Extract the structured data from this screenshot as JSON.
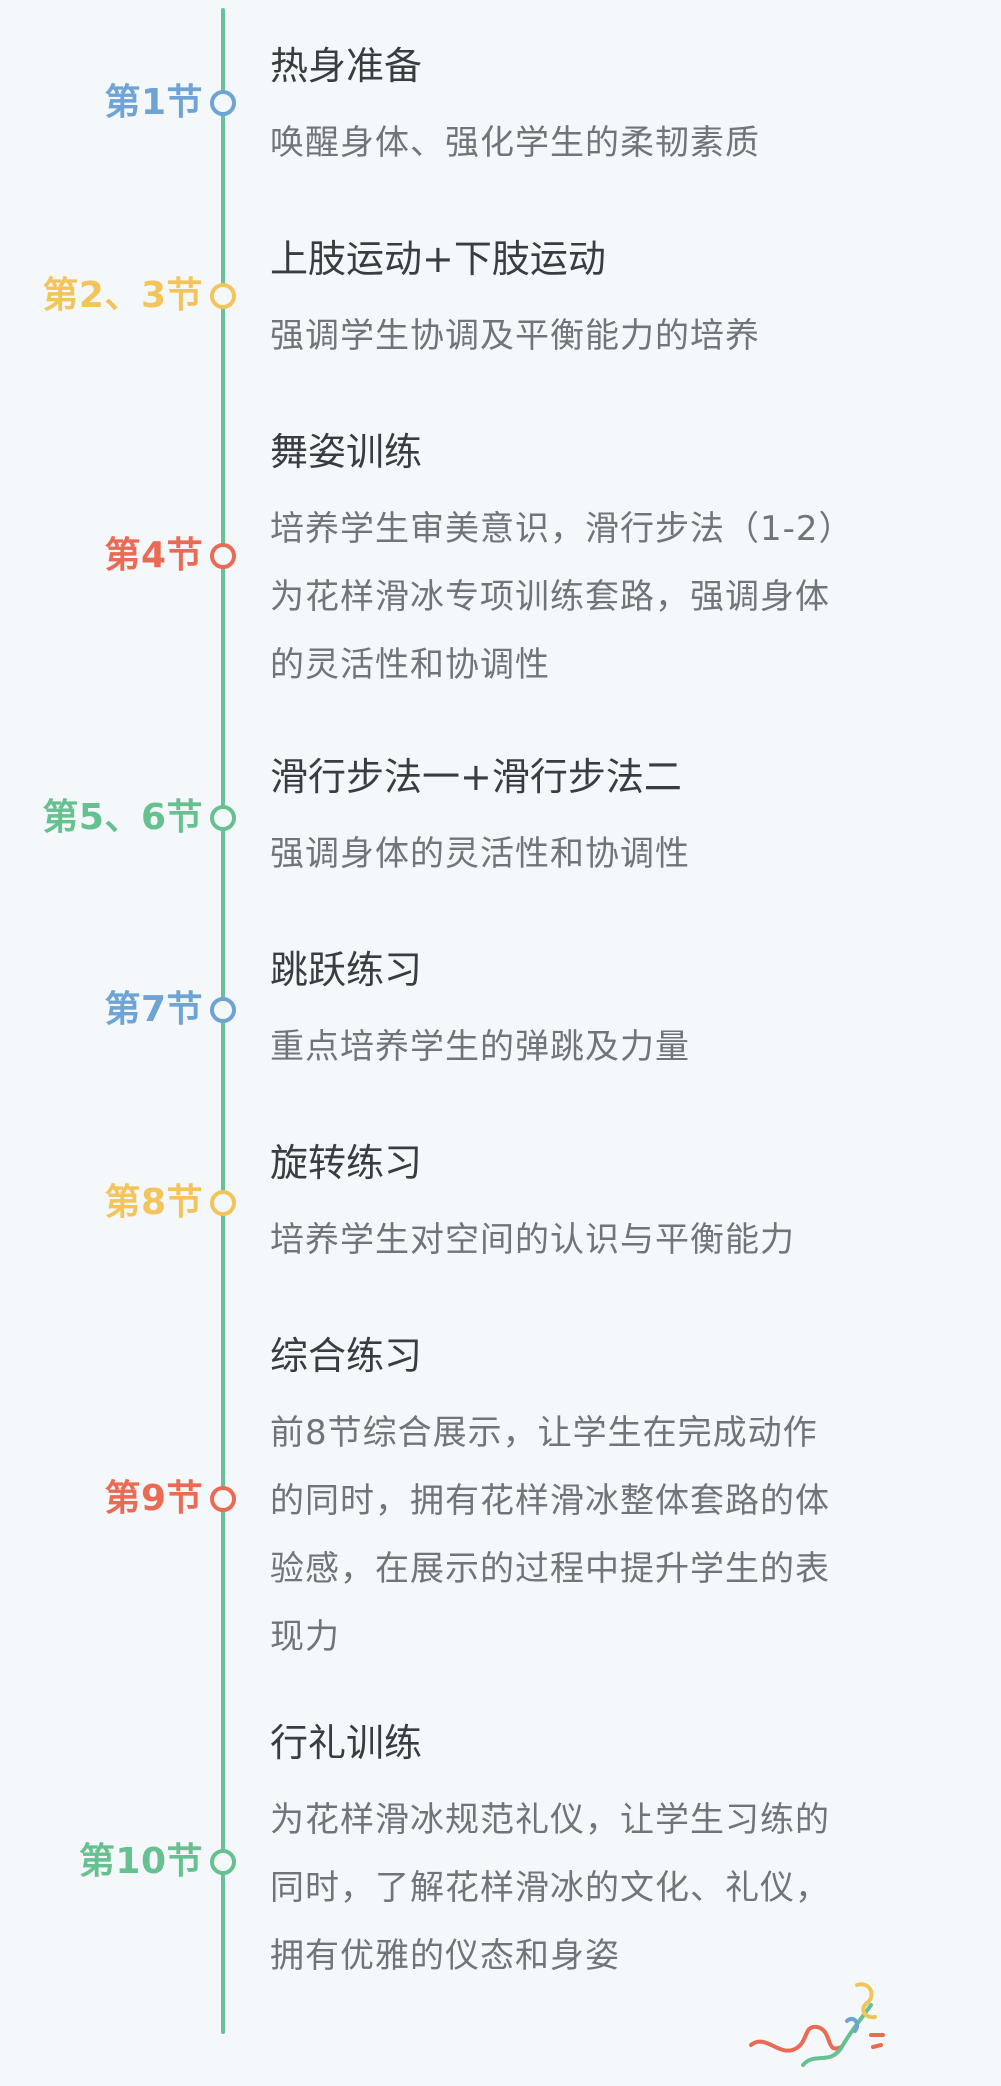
{
  "colors": {
    "timeline": "#6cc095",
    "background": "#f5f8fa",
    "title_text": "#3a3d40",
    "desc_text": "#70757a"
  },
  "sections": [
    {
      "label": "第1节",
      "label_color": "#6ea3d5",
      "circle_color": "#6ea3d5",
      "title": "热身准备",
      "desc": [
        "唤醒身体、强化学生的柔韧素质"
      ]
    },
    {
      "label": "第2、3节",
      "label_color": "#f2c45a",
      "circle_color": "#f2c45a",
      "title": "上肢运动+下肢运动",
      "desc": [
        "强调学生协调及平衡能力的培养"
      ]
    },
    {
      "label": "第4节",
      "label_color": "#ea6a53",
      "circle_color": "#ea6a53",
      "title": "舞姿训练",
      "desc": [
        "培养学生审美意识，滑行步法（1-2）",
        "为花样滑冰专项训练套路，强调身体",
        "的灵活性和协调性"
      ]
    },
    {
      "label": "第5、6节",
      "label_color": "#66c191",
      "circle_color": "#66c191",
      "title": "滑行步法一+滑行步法二",
      "desc": [
        "强调身体的灵活性和协调性"
      ]
    },
    {
      "label": "第7节",
      "label_color": "#6ea3d5",
      "circle_color": "#6ea3d5",
      "title": "跳跃练习",
      "desc": [
        "重点培养学生的弹跳及力量"
      ]
    },
    {
      "label": "第8节",
      "label_color": "#f2c45a",
      "circle_color": "#f2c45a",
      "title": "旋转练习",
      "desc": [
        "培养学生对空间的认识与平衡能力"
      ]
    },
    {
      "label": "第9节",
      "label_color": "#ea6a53",
      "circle_color": "#ea6a53",
      "title": "综合练习",
      "desc": [
        "前8节综合展示，让学生在完成动作",
        "的同时，拥有花样滑冰整体套路的体",
        "验感，在展示的过程中提升学生的表",
        "现力"
      ]
    },
    {
      "label": "第10节",
      "label_color": "#66c191",
      "circle_color": "#66c191",
      "title": "行礼训练",
      "desc": [
        "为花样滑冰规范礼仪，让学生习练的",
        "同时，了解花样滑冰的文化、礼仪，",
        "拥有优雅的仪态和身姿"
      ]
    }
  ]
}
